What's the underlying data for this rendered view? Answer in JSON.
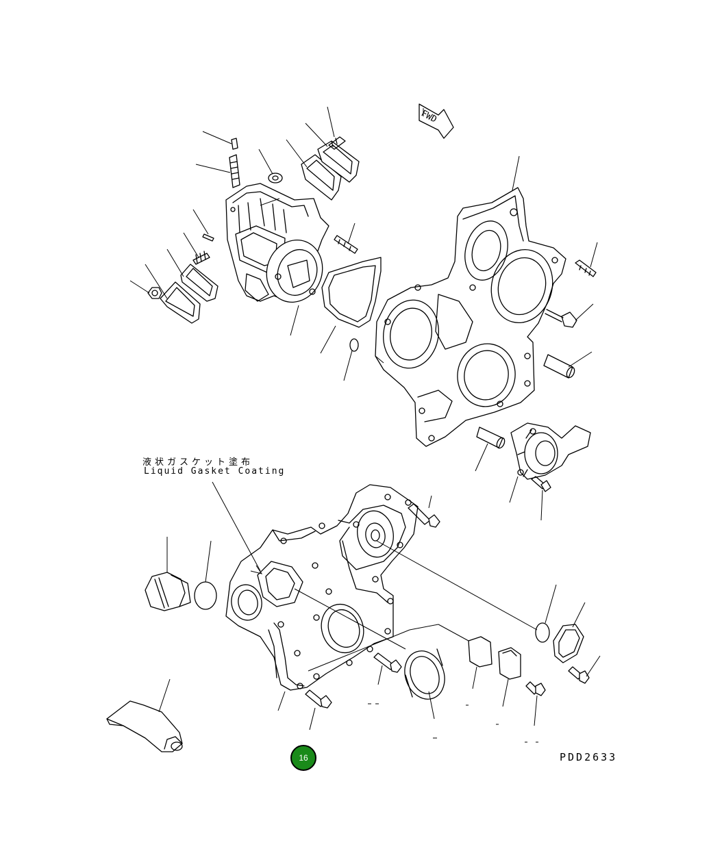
{
  "fwd_marker": "FWD",
  "note": {
    "japanese": "液状ガスケット塗布",
    "english": "Liquid Gasket Coating"
  },
  "drawing_code": "PDD2633",
  "page_badge": {
    "label": "16",
    "color": "#1a8a1a"
  }
}
